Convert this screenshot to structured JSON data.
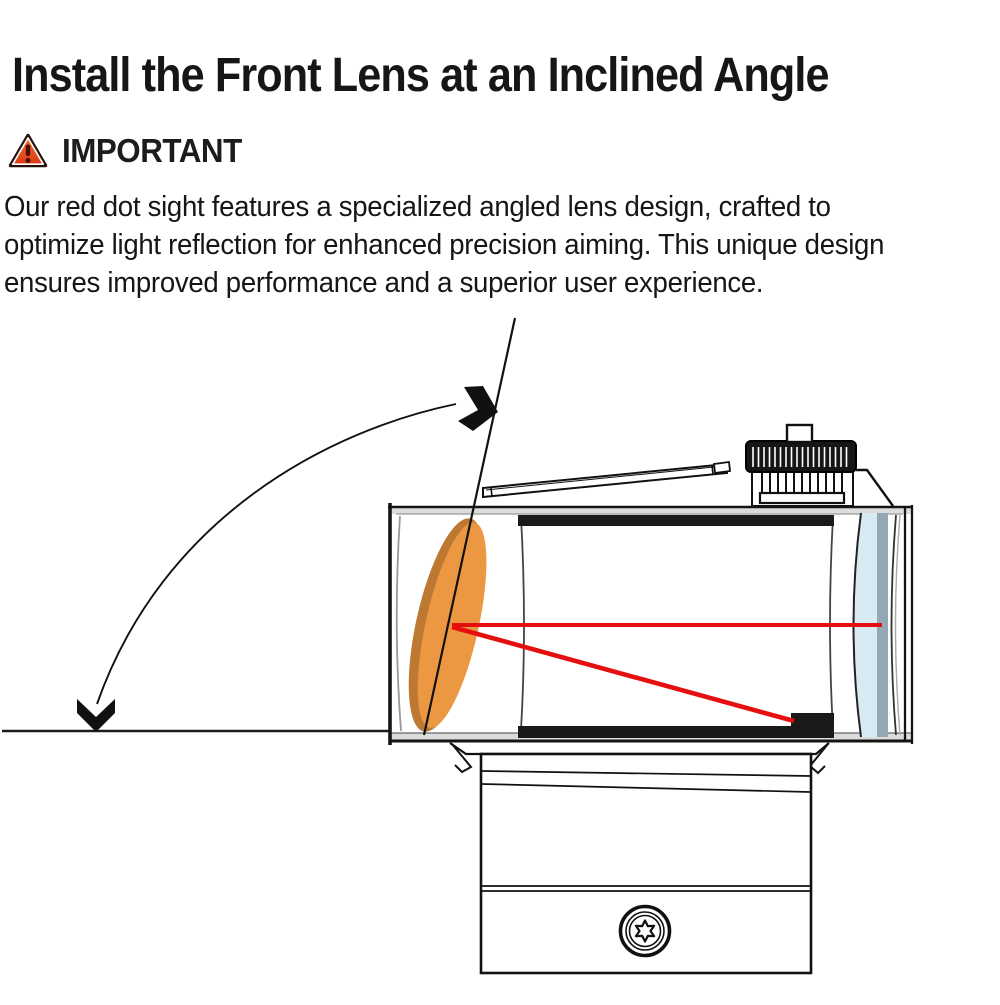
{
  "page": {
    "title": "Install the Front Lens at an Inclined Angle"
  },
  "notice": {
    "icon": "warning-triangle-icon",
    "label": "IMPORTANT",
    "lines": [
      "Our red dot sight features a specialized angled lens design, crafted to",
      "optimize light reflection for enhanced precision aiming. This unique design",
      "ensures improved performance and a superior user experience."
    ]
  },
  "diagram": {
    "subject": "red-dot-sight-cross-section-with-inclined-front-lens",
    "colors": {
      "warning_top": "#F3682B",
      "warning_bottom": "#DB3A13",
      "warning_mark": "#451006",
      "laser_red": "#E60F0F",
      "front_lens_orange": "#EC9843",
      "front_lens_shadow": "#BD7831",
      "rear_lens_blue": "#D9EAF3",
      "rear_lens_band": "#92A8B5",
      "outline": "#141414",
      "wall_gray": "#DCDCDC"
    }
  }
}
